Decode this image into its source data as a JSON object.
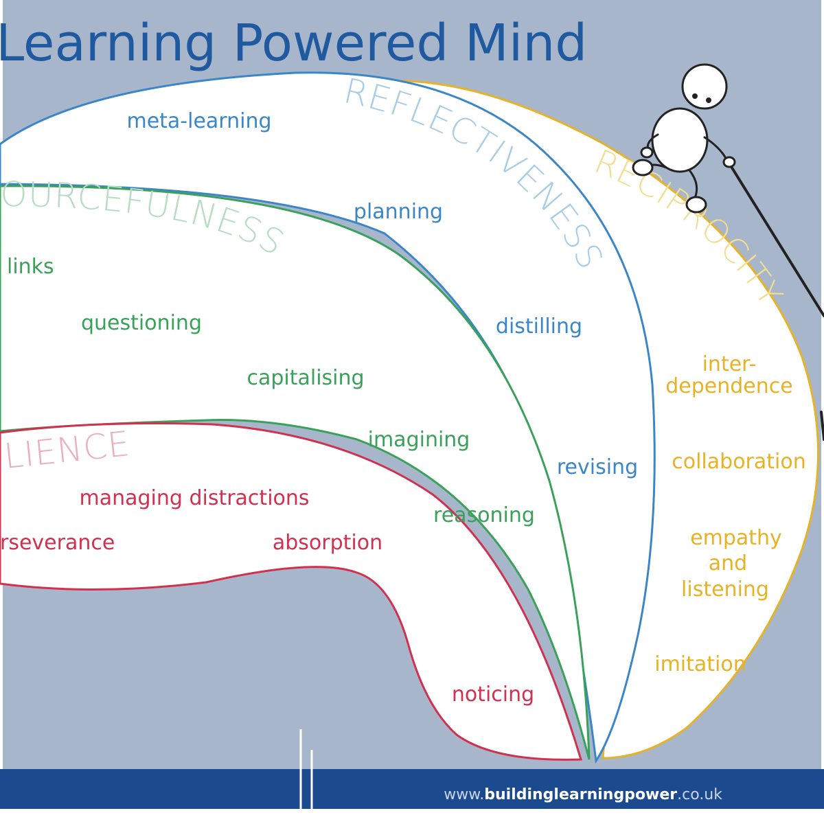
{
  "title": "Learning Powered Mind",
  "footer": {
    "url_prefix": "www.",
    "url_bold": "buildinglearningpower",
    "url_suffix": ".co.uk"
  },
  "colors": {
    "background": "#a7b6ca",
    "title": "#1f5aa0",
    "footer": "#1c4a8f",
    "reflectiveness": "#3a86c8",
    "reflectiveness_caption": "#a9cde6",
    "resourcefulness": "#3aa15a",
    "resourcefulness_caption": "#b7dcc3",
    "resilience": "#d2304f",
    "resilience_caption": "#eab0bd",
    "reciprocity": "#e7b226",
    "reciprocity_caption": "#f3dd94"
  },
  "dispositions": {
    "reflectiveness": {
      "caption": "REFLECTIVENESS",
      "items": [
        "meta-learning",
        "planning",
        "distilling",
        "revising"
      ]
    },
    "resourcefulness": {
      "caption": "OURCEFULNESS",
      "items": [
        "links",
        "questioning",
        "capitalising",
        "imagining",
        "reasoning"
      ]
    },
    "resilience": {
      "caption": "LIENCE",
      "items": [
        "managing distractions",
        "rseverance",
        "absorption",
        "noticing"
      ]
    },
    "reciprocity": {
      "caption": "RECIPROCITY",
      "items": [
        {
          "lines": [
            "inter-",
            "dependence"
          ]
        },
        {
          "lines": [
            "collaboration"
          ]
        },
        {
          "lines": [
            "empathy",
            "and",
            "listening"
          ]
        },
        {
          "lines": [
            "imitation"
          ]
        }
      ]
    }
  }
}
